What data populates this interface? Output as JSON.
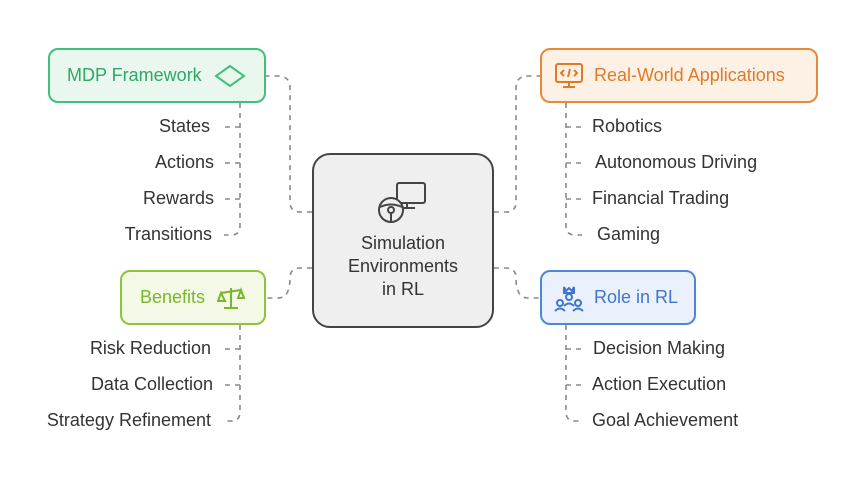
{
  "center": {
    "lines": [
      "Simulation",
      "Environments",
      "in RL"
    ],
    "icon": "simulator-icon"
  },
  "branches": {
    "mdp": {
      "label": "MDP Framework",
      "icon": "diamond-icon",
      "color": "#3fc07c",
      "items": [
        "States",
        "Actions",
        "Rewards",
        "Transitions"
      ]
    },
    "real_world": {
      "label": "Real-World Applications",
      "icon": "code-monitor-icon",
      "color": "#e8893a",
      "items": [
        "Robotics",
        "Autonomous Driving",
        "Financial Trading",
        "Gaming"
      ]
    },
    "benefits": {
      "label": "Benefits",
      "icon": "balance-scale-icon",
      "color": "#8cc53a",
      "items": [
        "Risk Reduction",
        "Data Collection",
        "Strategy Refinement"
      ]
    },
    "role": {
      "label": "Role in RL",
      "icon": "team-leader-icon",
      "color": "#4f86d8",
      "items": [
        "Decision Making",
        "Action Execution",
        "Goal Achievement"
      ]
    }
  }
}
